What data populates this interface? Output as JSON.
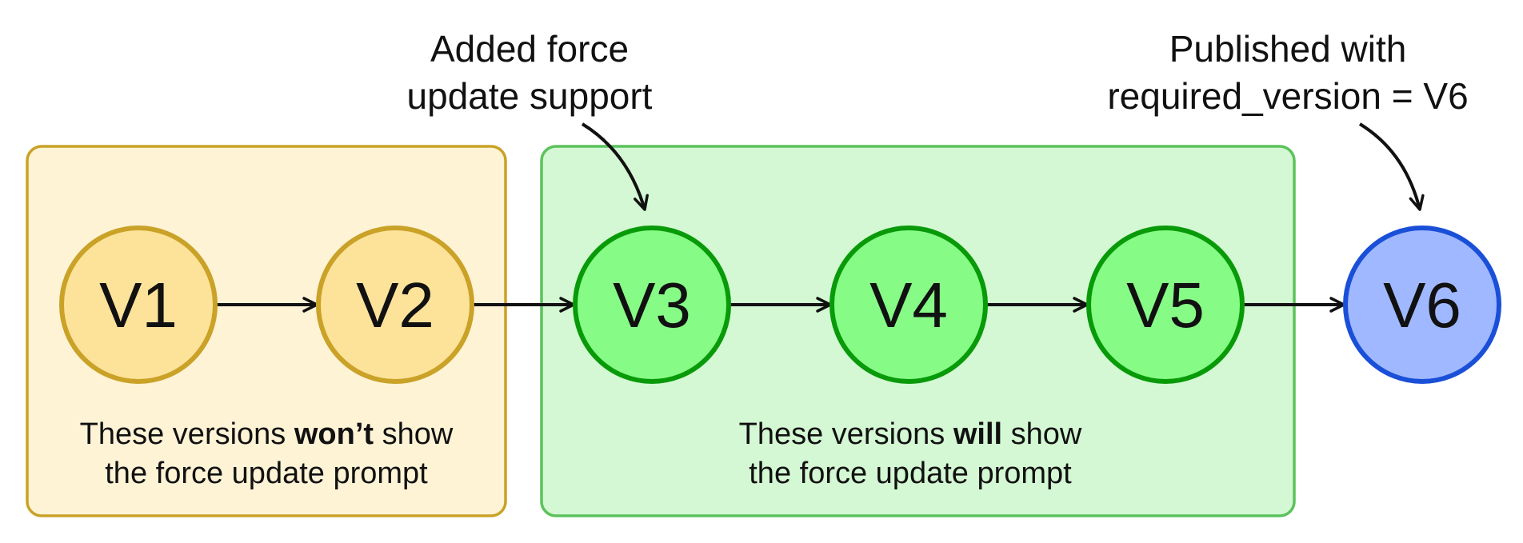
{
  "groups": [
    {
      "id": "unsupported",
      "caption_line1_pre": "These versions ",
      "caption_line1_bold": "won’t",
      "caption_line1_post": " show",
      "caption_line2": "the force update prompt",
      "fill": "#fff3d6",
      "stroke": "#c9a227"
    },
    {
      "id": "supported",
      "caption_line1_pre": "These versions ",
      "caption_line1_bold": "will",
      "caption_line1_post": " show",
      "caption_line2": "the force update prompt",
      "fill": "#d3f8d3",
      "stroke": "#5cc25c"
    }
  ],
  "nodes": [
    {
      "id": "v1",
      "label": "V1",
      "fill": "#fde29a",
      "stroke": "#c9a227"
    },
    {
      "id": "v2",
      "label": "V2",
      "fill": "#fde29a",
      "stroke": "#c9a227"
    },
    {
      "id": "v3",
      "label": "V3",
      "fill": "#86fb86",
      "stroke": "#089a08"
    },
    {
      "id": "v4",
      "label": "V4",
      "fill": "#86fb86",
      "stroke": "#089a08"
    },
    {
      "id": "v5",
      "label": "V5",
      "fill": "#86fb86",
      "stroke": "#089a08"
    },
    {
      "id": "v6",
      "label": "V6",
      "fill": "#a0b8ff",
      "stroke": "#1a4fd8"
    }
  ],
  "edges": [
    {
      "from": "v1",
      "to": "v2"
    },
    {
      "from": "v2",
      "to": "v3"
    },
    {
      "from": "v3",
      "to": "v4"
    },
    {
      "from": "v4",
      "to": "v5"
    },
    {
      "from": "v5",
      "to": "v6"
    }
  ],
  "annotations": {
    "force_support": {
      "line1": "Added force",
      "line2": "update support",
      "target": "v3"
    },
    "published": {
      "line1": "Published with",
      "line2": "required_version = V6",
      "target": "v6"
    }
  }
}
